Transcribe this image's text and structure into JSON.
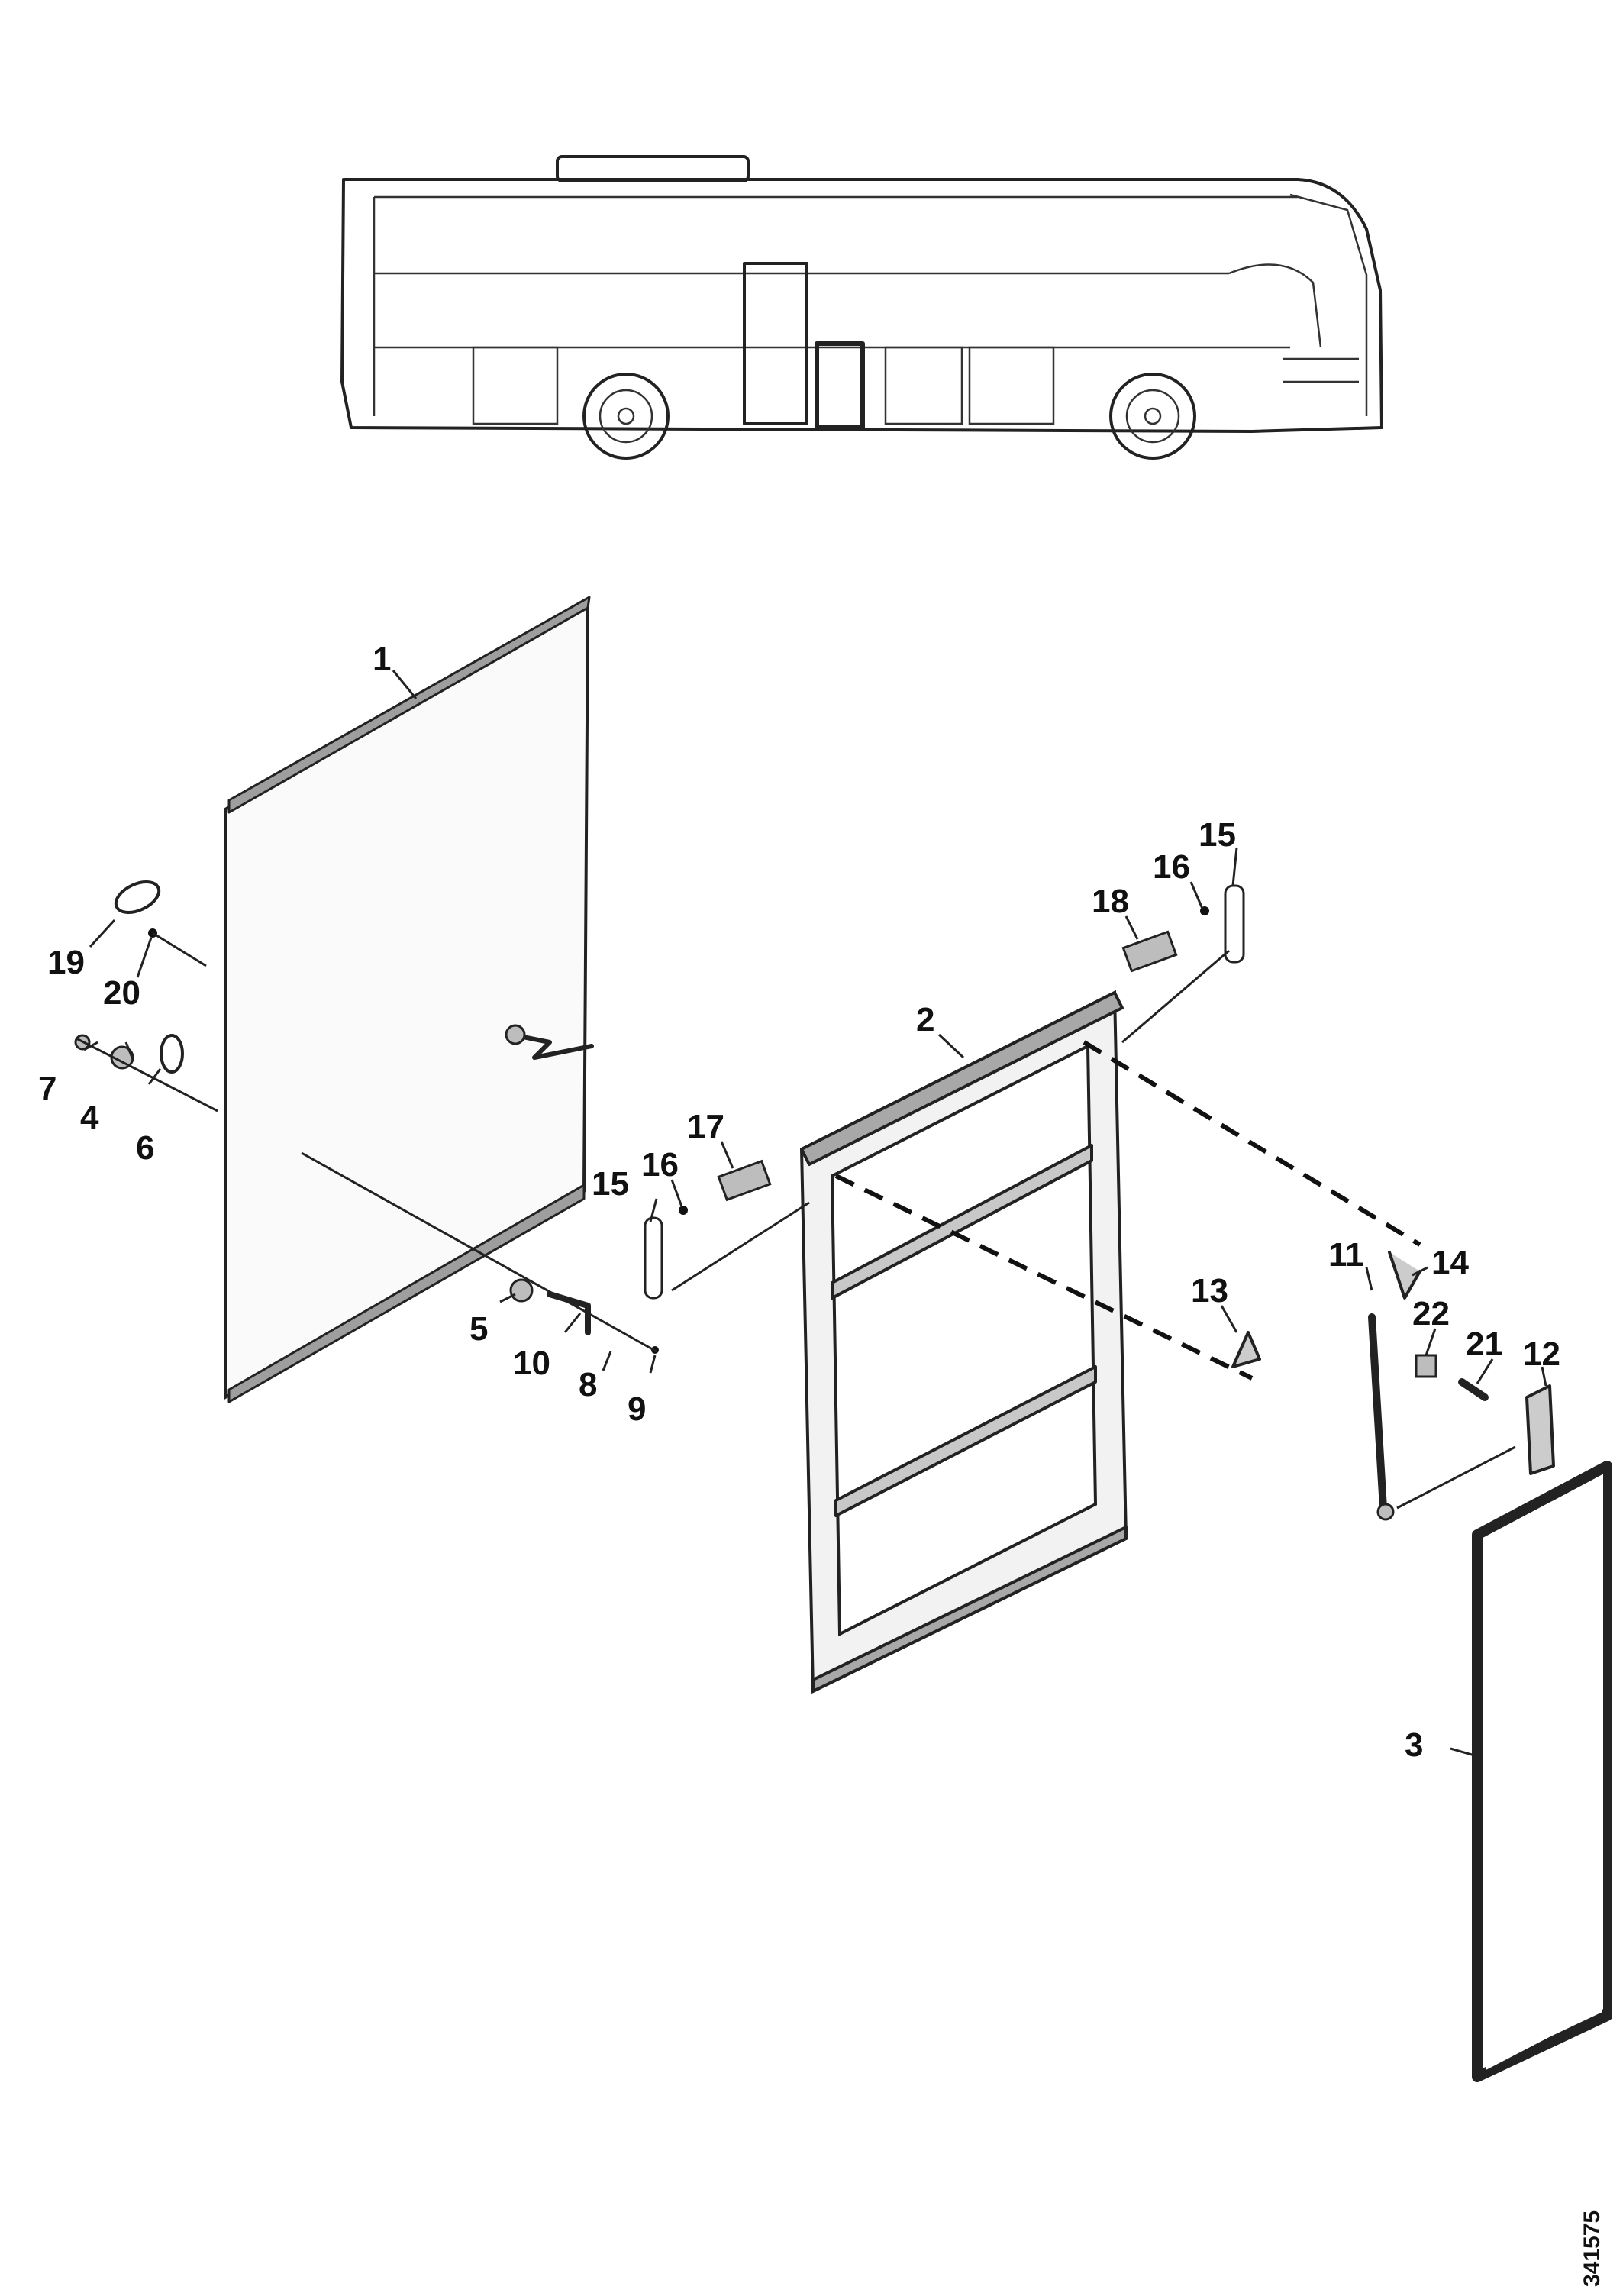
{
  "diagram": {
    "reference_number": "341575",
    "callouts": [
      {
        "id": "c1",
        "label": "1"
      },
      {
        "id": "c2",
        "label": "2"
      },
      {
        "id": "c3",
        "label": "3"
      },
      {
        "id": "c4",
        "label": "4"
      },
      {
        "id": "c5",
        "label": "5"
      },
      {
        "id": "c6",
        "label": "6"
      },
      {
        "id": "c7",
        "label": "7"
      },
      {
        "id": "c8",
        "label": "8"
      },
      {
        "id": "c9",
        "label": "9"
      },
      {
        "id": "c10",
        "label": "10"
      },
      {
        "id": "c11",
        "label": "11"
      },
      {
        "id": "c12",
        "label": "12"
      },
      {
        "id": "c13",
        "label": "13"
      },
      {
        "id": "c14",
        "label": "14"
      },
      {
        "id": "c15a",
        "label": "15"
      },
      {
        "id": "c15b",
        "label": "15"
      },
      {
        "id": "c16a",
        "label": "16"
      },
      {
        "id": "c16b",
        "label": "16"
      },
      {
        "id": "c17",
        "label": "17"
      },
      {
        "id": "c18",
        "label": "18"
      },
      {
        "id": "c19",
        "label": "19"
      },
      {
        "id": "c20",
        "label": "20"
      },
      {
        "id": "c21",
        "label": "21"
      },
      {
        "id": "c22",
        "label": "22"
      }
    ]
  }
}
